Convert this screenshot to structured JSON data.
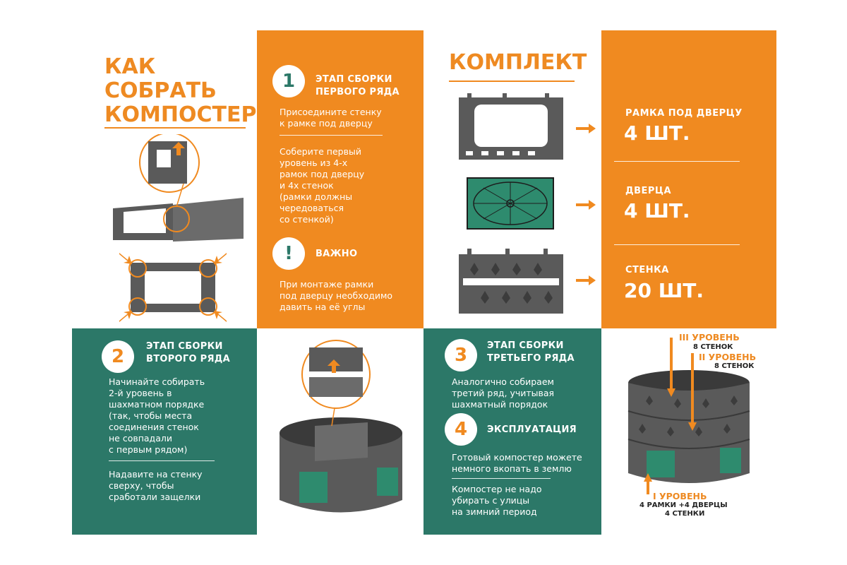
{
  "left": {
    "title_lines": [
      "КАК",
      "СОБРАТЬ",
      "КОМПОСТЕР"
    ]
  },
  "step1": {
    "number": "1",
    "title_lines": [
      "ЭТАП СБОРКИ",
      "ПЕРВОГО РЯДА"
    ],
    "text1_lines": [
      "Присоедините стенку",
      "к рамке под дверцу"
    ],
    "text2_lines": [
      "Соберите первый",
      "уровень из 4-х",
      "рамок под дверцу",
      "и 4х стенок",
      "(рамки должны",
      "чередоваться",
      "со стенкой)"
    ],
    "important_icon": "!",
    "important_label": "ВАЖНО",
    "important_lines": [
      "При монтаже рамки",
      "под дверцу необходимо",
      "давить на её углы"
    ]
  },
  "kit": {
    "title": "КОМПЛЕКТ",
    "items": [
      {
        "label": "РАМКА ПОД ДВЕРЦУ",
        "value": "4 ШТ."
      },
      {
        "label": "ДВЕРЦА",
        "value": "4 ШТ."
      },
      {
        "label": "СТЕНКА",
        "value": "20 ШТ."
      }
    ]
  },
  "step2": {
    "number": "2",
    "title_lines": [
      "ЭТАП СБОРКИ",
      "ВТОРОГО РЯДА"
    ],
    "text1_lines": [
      "Начинайте собирать",
      "2-й уровень в",
      "шахматном порядке",
      "(так, чтобы места",
      "соединения стенок",
      "не совпадали",
      "с первым рядом)"
    ],
    "text2_lines": [
      "Надавите на стенку",
      "сверху, чтобы",
      "сработали защелки"
    ]
  },
  "step3": {
    "number": "3",
    "title_lines": [
      "ЭТАП СБОРКИ",
      "ТРЕТЬЕГО РЯДА"
    ],
    "text_lines": [
      "Аналогично собираем",
      "третий ряд, учитывая",
      "шахматный порядок"
    ]
  },
  "step4": {
    "number": "4",
    "title": "ЭКСПЛУАТАЦИЯ",
    "text1_lines": [
      "Готовый компостер можете",
      "немного  вкопать в землю"
    ],
    "text2_lines": [
      "Компостер не надо",
      "убирать с улицы",
      "на зимний период"
    ]
  },
  "levels": {
    "l3_title": "III УРОВЕНЬ",
    "l3_sub": "8 СТЕНОК",
    "l2_title": "II УРОВЕНЬ",
    "l2_sub": "8 СТЕНОК",
    "l1_title": "I УРОВЕНЬ",
    "l1_sub1": "4 РАМКИ +4 ДВЕРЦЫ",
    "l1_sub2": "4 СТЕНКИ"
  },
  "colors": {
    "orange": "#f08a20",
    "green": "#2c7868",
    "gray": "#5a5a5a",
    "door_green": "#2e8b6e"
  }
}
